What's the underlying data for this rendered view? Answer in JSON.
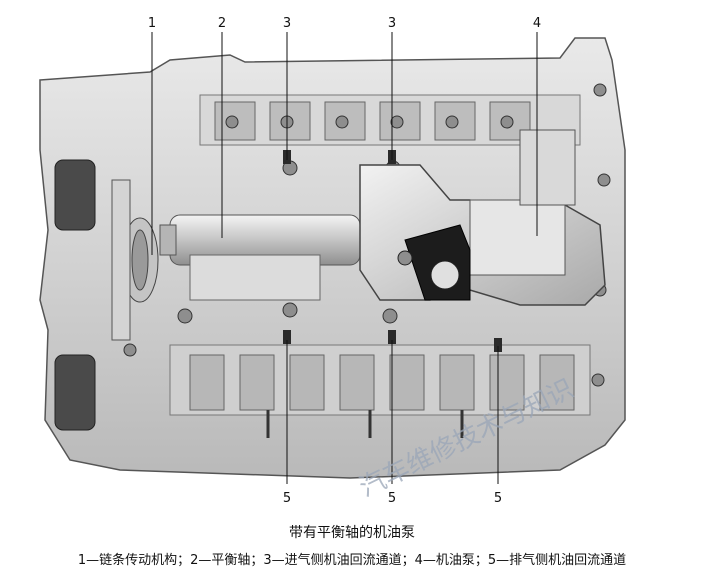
{
  "callouts": {
    "c1": "1",
    "c2": "2",
    "c3a": "3",
    "c3b": "3",
    "c4": "4",
    "c5a": "5",
    "c5b": "5",
    "c5c": "5"
  },
  "watermark": "汽车维修技术与知识",
  "caption": {
    "title": "带有平衡轴的机油泵",
    "legend": "1—链条传动机构；2—平衡轴；3—进气侧机油回流通道；4—机油泵；5—排气侧机油回流通道"
  }
}
